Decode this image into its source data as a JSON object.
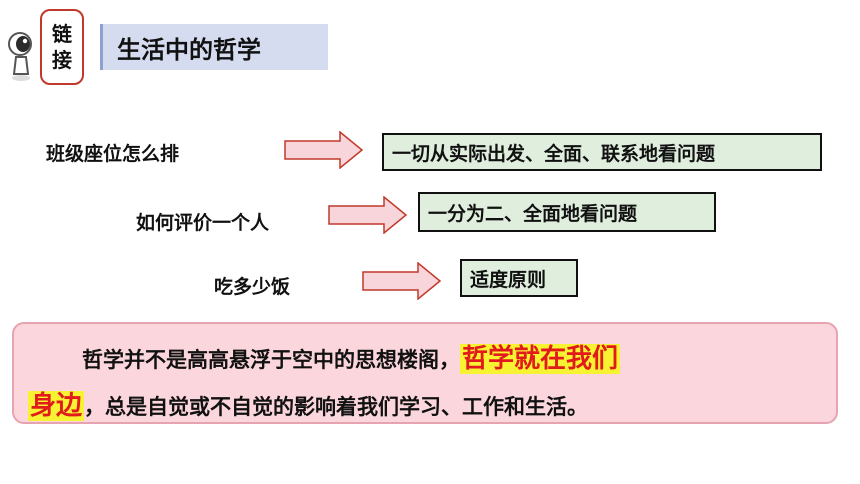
{
  "header": {
    "tag_line1": "链",
    "tag_line2": "接",
    "title": "生活中的哲学"
  },
  "rows": [
    {
      "question": "班级座位怎么排",
      "answer": "一切从实际出发、全面、联系地看问题"
    },
    {
      "question": "如何评价一个人",
      "answer": "一分为二、全面地看问题"
    },
    {
      "question": "吃多少饭",
      "answer": "适度原则"
    }
  ],
  "summary": {
    "part1": "哲学并不是高高悬浮于空中的思想楼阁，",
    "highlight1": "哲学就在我们",
    "highlight2": "身边",
    "part2": "，总是自觉或不自觉的影响着我们学习、工作和生活。"
  },
  "colors": {
    "title_bg": "#d6dcf0",
    "answer_bg": "#dfeedd",
    "arrow_fill": "#f7d5da",
    "arrow_stroke": "#c0392b",
    "summary_bg": "#fbd6dc",
    "highlight_bg": "#f7f232",
    "highlight_text": "#e11b1b"
  }
}
